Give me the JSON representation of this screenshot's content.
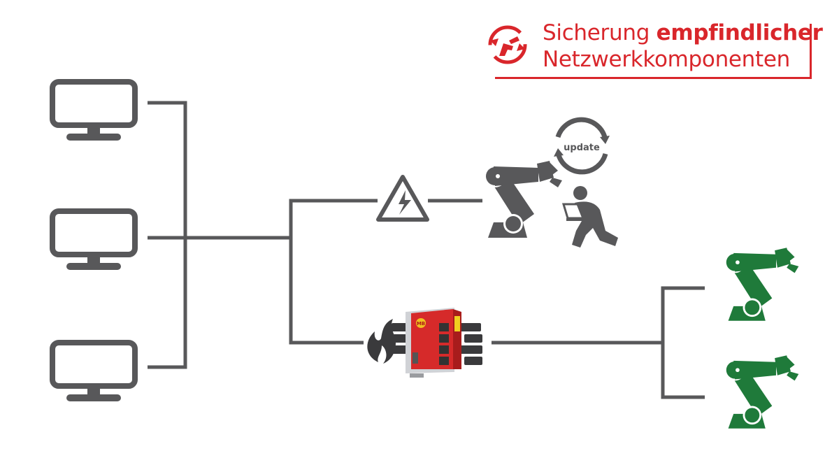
{
  "header": {
    "title_line1_regular": "Sicherung ",
    "title_line1_bold": "empfindlicher",
    "title_line2": "Netzwerkkomponenten"
  },
  "badge": {
    "update_label": "update"
  },
  "device": {
    "logo_text": "MB"
  },
  "colors": {
    "brand_red": "#d9262b",
    "network_gray": "#58585a",
    "robot_green": "#1f7a3a"
  },
  "icons": [
    "robot-logo-icon",
    "monitor-icon",
    "warning-icon",
    "robot-arm-icon",
    "technician-icon",
    "update-cycle-icon",
    "fire-icon",
    "firewall-device-icon",
    "brick-wall-icon"
  ]
}
